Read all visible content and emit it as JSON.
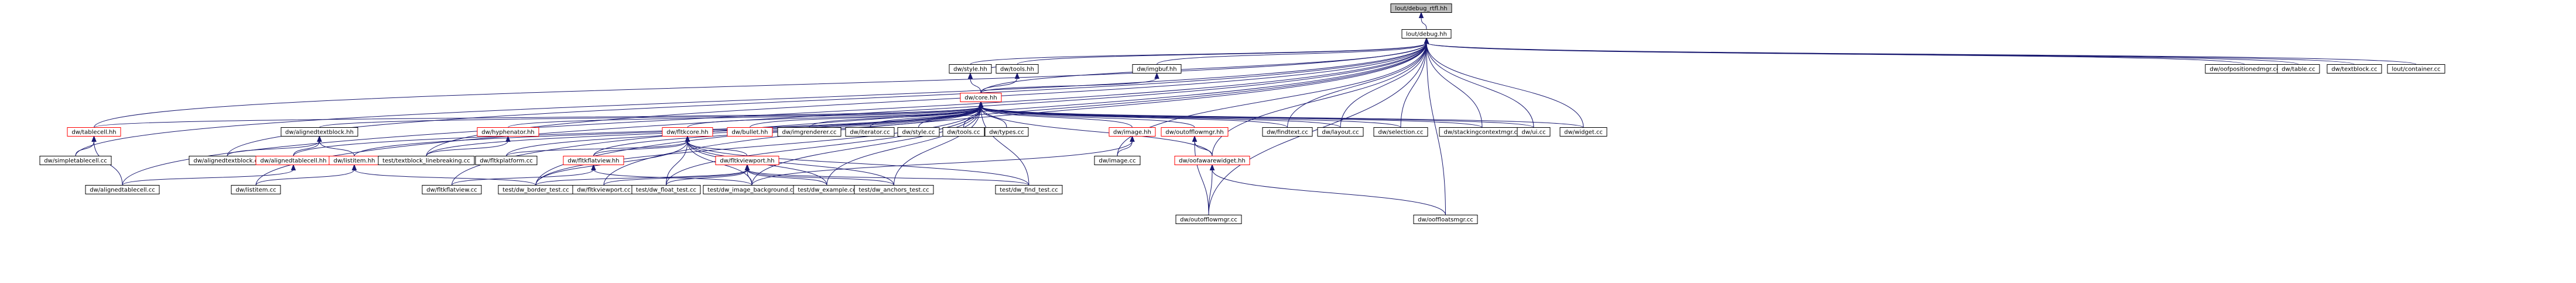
{
  "colors": {
    "edge": "#191970",
    "node_border": "#000000",
    "node_border_incomplete": "#ff0000",
    "node_fill": "#ffffff",
    "root_fill": "#bfbfbf",
    "text": "#000000"
  },
  "nodes": [
    {
      "id": "n0",
      "label": "lout/debug_rtfl.hh",
      "root": true
    },
    {
      "id": "n1",
      "label": "lout/debug.hh"
    },
    {
      "id": "n2",
      "label": "dw/style.hh"
    },
    {
      "id": "n3",
      "label": "dw/tools.hh"
    },
    {
      "id": "n4",
      "label": "dw/imgbuf.hh"
    },
    {
      "id": "n5",
      "label": "dw/core.hh",
      "incomplete": true
    },
    {
      "id": "n6",
      "label": "dw/oofpositionedmgr.cc"
    },
    {
      "id": "n7",
      "label": "dw/table.cc"
    },
    {
      "id": "n8",
      "label": "dw/textblock.cc"
    },
    {
      "id": "n9",
      "label": "lout/container.cc"
    },
    {
      "id": "n10",
      "label": "dw/tablecell.hh",
      "incomplete": true
    },
    {
      "id": "n11",
      "label": "dw/alignedtextblock.hh"
    },
    {
      "id": "n12",
      "label": "dw/hyphenator.hh",
      "incomplete": true
    },
    {
      "id": "n13",
      "label": "dw/fltkcore.hh",
      "incomplete": true
    },
    {
      "id": "n14",
      "label": "dw/bullet.hh",
      "incomplete": true
    },
    {
      "id": "n15",
      "label": "dw/imgrenderer.cc"
    },
    {
      "id": "n16",
      "label": "dw/iterator.cc"
    },
    {
      "id": "n17",
      "label": "dw/style.cc"
    },
    {
      "id": "n18",
      "label": "dw/tools.cc"
    },
    {
      "id": "n19",
      "label": "dw/types.cc"
    },
    {
      "id": "n20",
      "label": "dw/image.hh",
      "incomplete": true
    },
    {
      "id": "n21",
      "label": "dw/outofflowmgr.hh",
      "incomplete": true
    },
    {
      "id": "n22",
      "label": "dw/findtext.cc"
    },
    {
      "id": "n23",
      "label": "dw/layout.cc"
    },
    {
      "id": "n24",
      "label": "dw/selection.cc"
    },
    {
      "id": "n25",
      "label": "dw/stackingcontextmgr.cc"
    },
    {
      "id": "n26",
      "label": "dw/ui.cc"
    },
    {
      "id": "n27",
      "label": "dw/widget.cc"
    },
    {
      "id": "n28",
      "label": "dw/simpletablecell.cc"
    },
    {
      "id": "n29",
      "label": "dw/alignedtextblock.cc"
    },
    {
      "id": "n30",
      "label": "dw/alignedtablecell.hh",
      "incomplete": true
    },
    {
      "id": "n31",
      "label": "dw/listitem.hh",
      "incomplete": true
    },
    {
      "id": "n32",
      "label": "dw/fltkplatform.cc"
    },
    {
      "id": "n33",
      "label": "test/textblock_linebreaking.cc"
    },
    {
      "id": "n34",
      "label": "dw/fltkflatview.hh",
      "incomplete": true
    },
    {
      "id": "n35",
      "label": "dw/fltkviewport.hh",
      "incomplete": true
    },
    {
      "id": "n36",
      "label": "dw/image.cc"
    },
    {
      "id": "n37",
      "label": "dw/oofawarewidget.hh",
      "incomplete": true
    },
    {
      "id": "n38",
      "label": "dw/alignedtablecell.cc"
    },
    {
      "id": "n39",
      "label": "dw/listitem.cc"
    },
    {
      "id": "n40",
      "label": "dw/fltkflatview.cc"
    },
    {
      "id": "n41",
      "label": "test/dw_border_test.cc"
    },
    {
      "id": "n42",
      "label": "dw/fltkviewport.cc"
    },
    {
      "id": "n43",
      "label": "test/dw_float_test.cc"
    },
    {
      "id": "n44",
      "label": "test/dw_image_background.cc"
    },
    {
      "id": "n45",
      "label": "test/dw_example.cc"
    },
    {
      "id": "n46",
      "label": "test/dw_anchors_test.cc"
    },
    {
      "id": "n47",
      "label": "test/dw_find_test.cc"
    },
    {
      "id": "n48",
      "label": "dw/outofflowmgr.cc"
    },
    {
      "id": "n49",
      "label": "dw/ooffloatsmgr.cc"
    }
  ],
  "edges": [
    [
      "n1",
      "n0"
    ],
    [
      "n2",
      "n1"
    ],
    [
      "n3",
      "n1"
    ],
    [
      "n4",
      "n1"
    ],
    [
      "n5",
      "n1"
    ],
    [
      "n6",
      "n1"
    ],
    [
      "n7",
      "n1"
    ],
    [
      "n8",
      "n1"
    ],
    [
      "n9",
      "n1"
    ],
    [
      "n10",
      "n1"
    ],
    [
      "n28",
      "n1"
    ],
    [
      "n29",
      "n1"
    ],
    [
      "n33",
      "n1"
    ],
    [
      "n22",
      "n1"
    ],
    [
      "n23",
      "n1"
    ],
    [
      "n24",
      "n1"
    ],
    [
      "n25",
      "n1"
    ],
    [
      "n26",
      "n1"
    ],
    [
      "n27",
      "n1"
    ],
    [
      "n36",
      "n1"
    ],
    [
      "n48",
      "n1"
    ],
    [
      "n49",
      "n1"
    ],
    [
      "n38",
      "n1"
    ],
    [
      "n39",
      "n1"
    ],
    [
      "n41",
      "n1"
    ],
    [
      "n42",
      "n1"
    ],
    [
      "n40",
      "n1"
    ],
    [
      "n37",
      "n1"
    ],
    [
      "n5",
      "n2"
    ],
    [
      "n3",
      "n2"
    ],
    [
      "n5",
      "n3"
    ],
    [
      "n5",
      "n4"
    ],
    [
      "n10",
      "n5"
    ],
    [
      "n11",
      "n5"
    ],
    [
      "n12",
      "n5"
    ],
    [
      "n13",
      "n5"
    ],
    [
      "n14",
      "n5"
    ],
    [
      "n15",
      "n5"
    ],
    [
      "n16",
      "n5"
    ],
    [
      "n17",
      "n5"
    ],
    [
      "n18",
      "n5"
    ],
    [
      "n19",
      "n5"
    ],
    [
      "n20",
      "n5"
    ],
    [
      "n21",
      "n5"
    ],
    [
      "n22",
      "n5"
    ],
    [
      "n23",
      "n5"
    ],
    [
      "n24",
      "n5"
    ],
    [
      "n25",
      "n5"
    ],
    [
      "n26",
      "n5"
    ],
    [
      "n27",
      "n5"
    ],
    [
      "n37",
      "n5"
    ],
    [
      "n30",
      "n5"
    ],
    [
      "n31",
      "n5"
    ],
    [
      "n34",
      "n5"
    ],
    [
      "n33",
      "n5"
    ],
    [
      "n41",
      "n5"
    ],
    [
      "n43",
      "n5"
    ],
    [
      "n44",
      "n5"
    ],
    [
      "n45",
      "n5"
    ],
    [
      "n46",
      "n5"
    ],
    [
      "n47",
      "n5"
    ],
    [
      "n32",
      "n5"
    ],
    [
      "n28",
      "n10"
    ],
    [
      "n38",
      "n10"
    ],
    [
      "n29",
      "n11"
    ],
    [
      "n30",
      "n11"
    ],
    [
      "n31",
      "n11"
    ],
    [
      "n33",
      "n12"
    ],
    [
      "n32",
      "n13"
    ],
    [
      "n34",
      "n13"
    ],
    [
      "n35",
      "n13"
    ],
    [
      "n41",
      "n13"
    ],
    [
      "n43",
      "n13"
    ],
    [
      "n44",
      "n13"
    ],
    [
      "n45",
      "n13"
    ],
    [
      "n46",
      "n13"
    ],
    [
      "n47",
      "n13"
    ],
    [
      "n38",
      "n30"
    ],
    [
      "n39",
      "n31"
    ],
    [
      "n41",
      "n31"
    ],
    [
      "n40",
      "n34"
    ],
    [
      "n44",
      "n34"
    ],
    [
      "n42",
      "n35"
    ],
    [
      "n41",
      "n35"
    ],
    [
      "n43",
      "n35"
    ],
    [
      "n44",
      "n35"
    ],
    [
      "n45",
      "n35"
    ],
    [
      "n46",
      "n35"
    ],
    [
      "n47",
      "n35"
    ],
    [
      "n36",
      "n20"
    ],
    [
      "n44",
      "n20"
    ],
    [
      "n48",
      "n21"
    ],
    [
      "n37",
      "n21"
    ],
    [
      "n48",
      "n37"
    ],
    [
      "n49",
      "n37"
    ]
  ]
}
